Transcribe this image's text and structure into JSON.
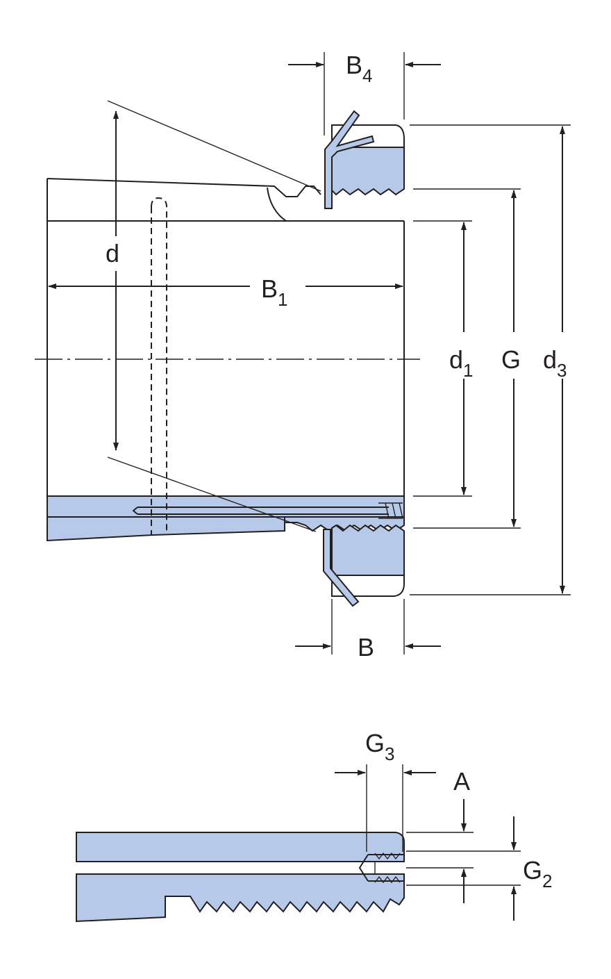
{
  "colors": {
    "fill": "#b7c9e9",
    "line": "#231f20",
    "background": "#ffffff"
  },
  "labels": {
    "B4": {
      "main": "B",
      "sub": "4"
    },
    "d": {
      "main": "d",
      "sub": ""
    },
    "B1": {
      "main": "B",
      "sub": "1"
    },
    "d1": {
      "main": "d",
      "sub": "1"
    },
    "G": {
      "main": "G",
      "sub": ""
    },
    "d3": {
      "main": "d",
      "sub": "3"
    },
    "B": {
      "main": "B",
      "sub": ""
    },
    "G3": {
      "main": "G",
      "sub": "3"
    },
    "A": {
      "main": "A",
      "sub": ""
    },
    "G2": {
      "main": "G",
      "sub": "2"
    }
  }
}
